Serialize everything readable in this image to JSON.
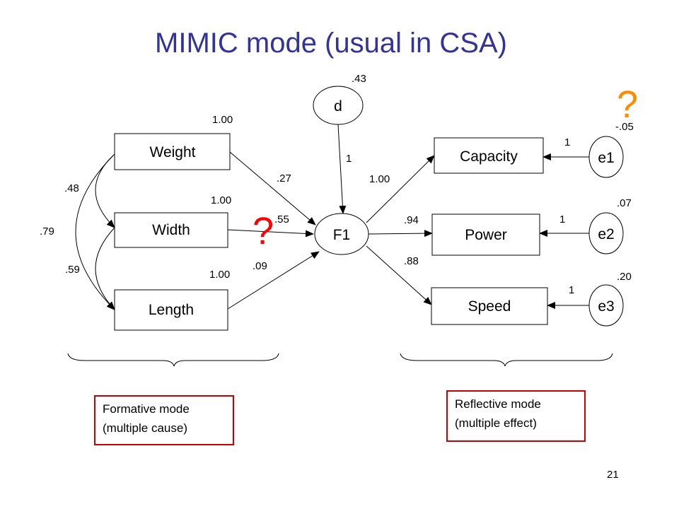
{
  "title": "MIMIC mode (usual in CSA)",
  "page_number": "21",
  "nodes": {
    "weight": "Weight",
    "width": "Width",
    "length": "Length",
    "f1": "F1",
    "d": "d",
    "capacity": "Capacity",
    "power": "Power",
    "speed": "Speed",
    "e1": "e1",
    "e2": "e2",
    "e3": "e3"
  },
  "variances": {
    "weight": "1.00",
    "width": "1.00",
    "length": "1.00",
    "d": ".43",
    "e1": "-.05",
    "e2": ".07",
    "e3": ".20"
  },
  "covariances": {
    "weight_width": ".48",
    "weight_length": ".79",
    "width_length": ".59"
  },
  "paths": {
    "weight_f1": ".27",
    "width_f1": ".55",
    "length_f1": ".09",
    "d_f1": "1",
    "f1_capacity": "1.00",
    "f1_power": ".94",
    "f1_speed": ".88",
    "e1_capacity": "1",
    "e2_power": "1",
    "e3_speed": "1"
  },
  "question_marks": {
    "width_path": "?",
    "e1_variance": "?"
  },
  "captions": {
    "formative_line1": "Formative mode",
    "formative_line2": "(multiple cause)",
    "reflective_line1": "Reflective mode",
    "reflective_line2": "(multiple effect)"
  },
  "colors": {
    "title": "#333399",
    "caption_border": "#cc0000",
    "question_red": "#ff0000",
    "question_orange": "#ff8c00"
  }
}
